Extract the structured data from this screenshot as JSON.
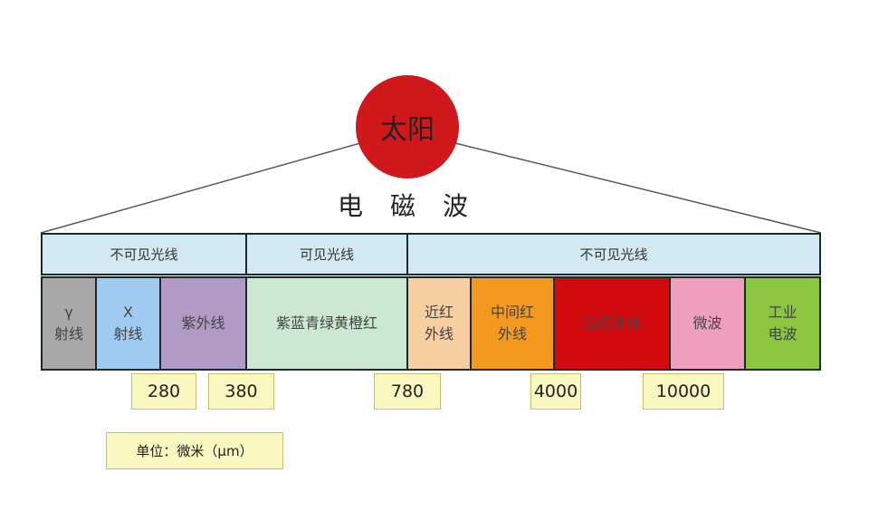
{
  "sun": "太阳",
  "title": "电磁波",
  "groups": [
    "不可见光线",
    "可见光线",
    "不可见光线"
  ],
  "bands": [
    {
      "label": "γ\n射线",
      "color": "#a8a8a8"
    },
    {
      "label": "X\n射线",
      "color": "#9fcbf0"
    },
    {
      "label": "紫外线",
      "color": "#b19ac6"
    },
    {
      "label": "紫蓝青绿黄橙红",
      "color": "#cce8d0"
    },
    {
      "label": "近红\n外线",
      "color": "#f7cfa0"
    },
    {
      "label": "中间红\n外线",
      "color": "#f39a1e"
    },
    {
      "label": "远红外线",
      "color": "#d10a10"
    },
    {
      "label": "微波",
      "color": "#ef9ebd"
    },
    {
      "label": "工业\n电波",
      "color": "#8cc63e"
    }
  ],
  "boundaries": [
    "280",
    "380",
    "780",
    "4000",
    "10000"
  ],
  "unit": "单位：微米（μm）"
}
